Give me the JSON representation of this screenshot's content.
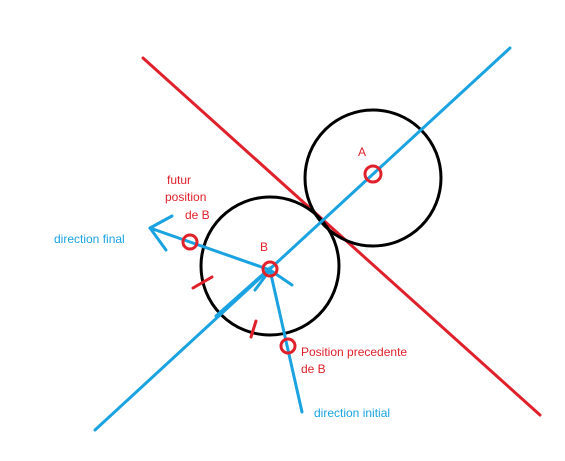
{
  "labels": {
    "point_a": "A",
    "point_b": "B",
    "future_position_line1": "futur",
    "future_position_line2": "position",
    "future_position_line3": "de B",
    "previous_position_line1": "Position precedente",
    "previous_position_line2": "de B",
    "direction_final": "direction final",
    "direction_initial": "direction initial"
  },
  "colors": {
    "red": "#e0202a",
    "blue": "#1aa3e0",
    "black": "#000000",
    "background": "#ffffff"
  }
}
